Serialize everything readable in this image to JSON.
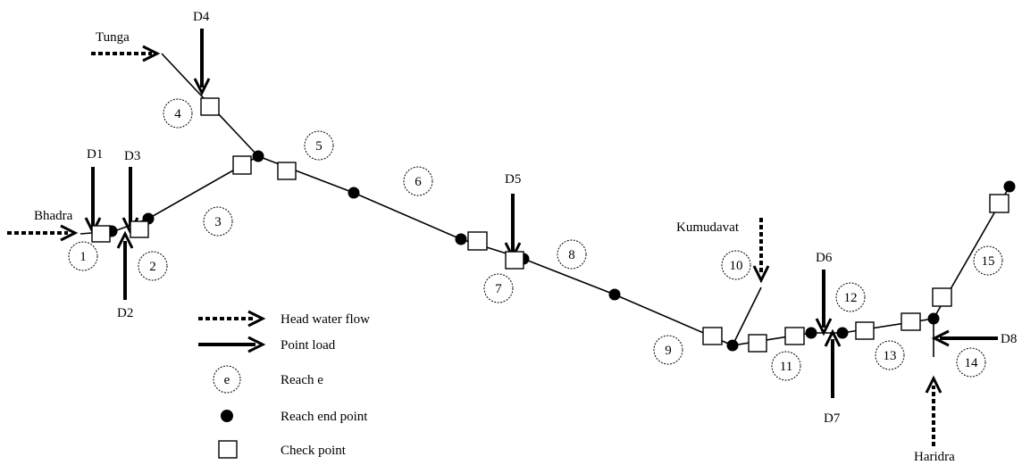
{
  "rivers": {
    "tunga": "Tunga",
    "bhadra": "Bhadra",
    "kumudavat": "Kumudavat",
    "haridra": "Haridra"
  },
  "loads": {
    "d1": "D1",
    "d2": "D2",
    "d3": "D3",
    "d4": "D4",
    "d5": "D5",
    "d6": "D6",
    "d7": "D7",
    "d8": "D8"
  },
  "reaches": [
    "1",
    "2",
    "3",
    "4",
    "5",
    "6",
    "7",
    "8",
    "9",
    "10",
    "11",
    "12",
    "13",
    "14",
    "15"
  ],
  "legend": {
    "head_water_flow": "Head water flow",
    "point_load": "Point load",
    "reach_symbol": "e",
    "reach": "Reach e",
    "reach_end_point": "Reach end point",
    "check_point": "Check point"
  },
  "colors": {
    "ink": "#000000",
    "background": "#ffffff"
  }
}
